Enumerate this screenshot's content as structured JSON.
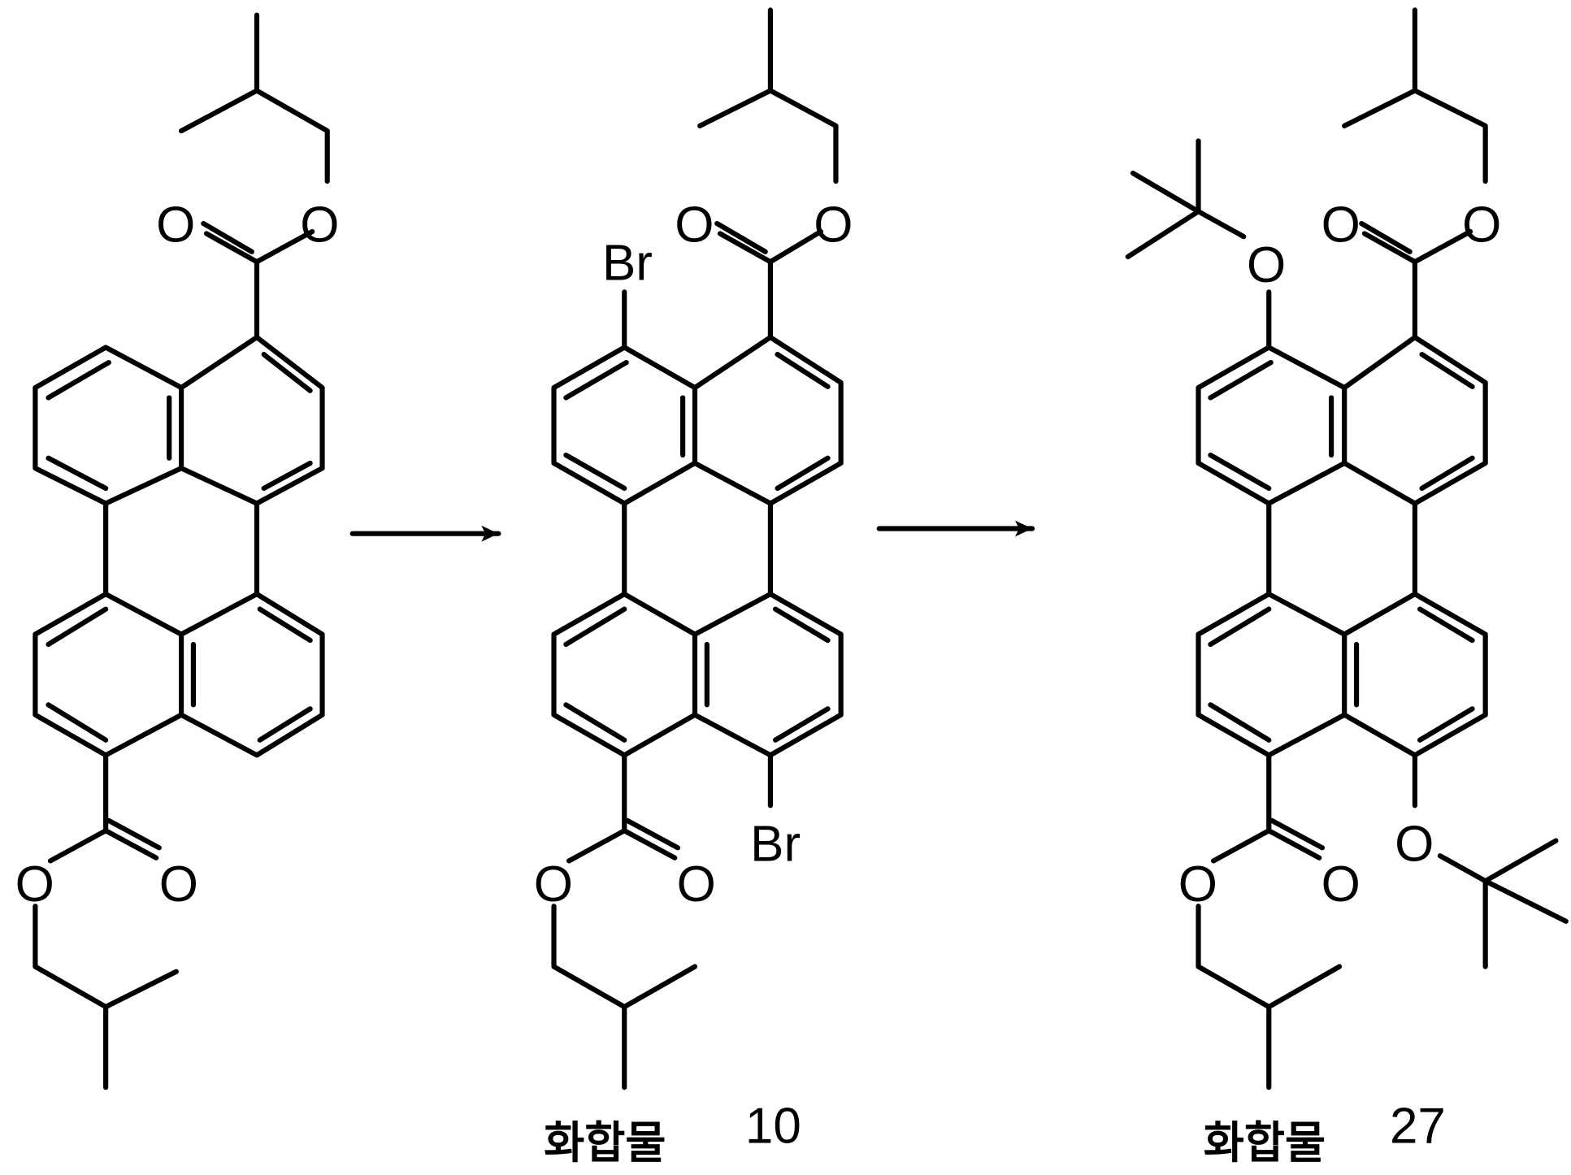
{
  "scheme": {
    "type": "reaction-scheme",
    "steps": 2,
    "arrows": [
      {
        "from": "starting-material",
        "to": "compound-10"
      },
      {
        "from": "compound-10",
        "to": "compound-27"
      }
    ],
    "molecules": [
      {
        "id": "starting-material",
        "label": "",
        "description": "perylene-3,9-dicarboxylic acid diisobutyl ester",
        "atoms": [
          "O",
          "O",
          "O",
          "O"
        ]
      },
      {
        "id": "compound-10",
        "label_prefix": "화합물",
        "label_number": "10",
        "atoms": [
          "Br",
          "O",
          "O",
          "Br",
          "O",
          "O"
        ]
      },
      {
        "id": "compound-27",
        "label_prefix": "화합물",
        "label_number": "27",
        "atoms": [
          "O",
          "O",
          "O",
          "O",
          "O",
          "O"
        ]
      }
    ]
  },
  "atoms": {
    "O": "O",
    "Br": "Br"
  },
  "colors": {
    "line": "#000000",
    "background": "#ffffff"
  }
}
